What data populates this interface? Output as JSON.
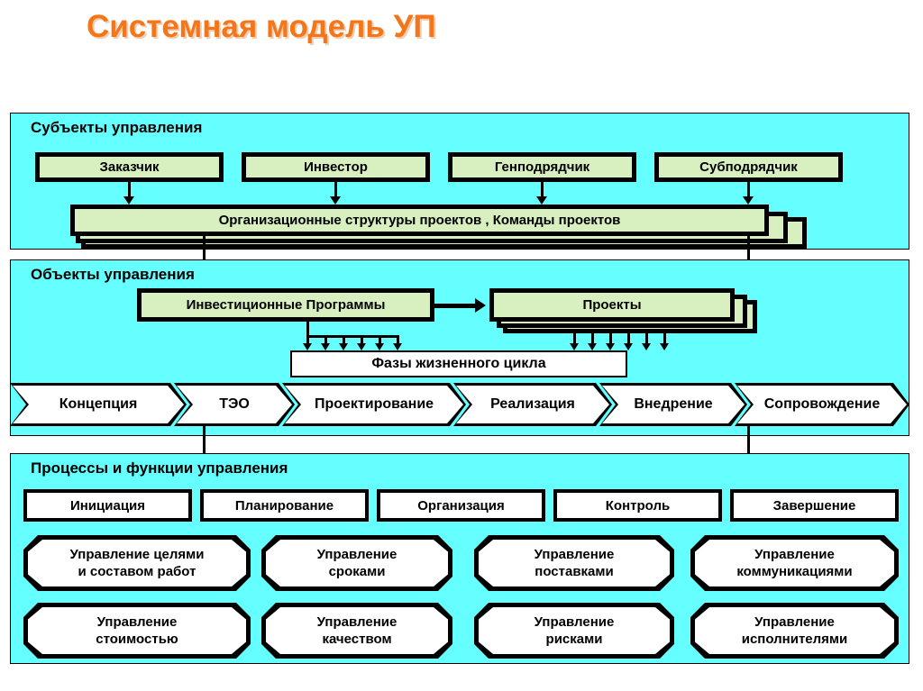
{
  "slide": {
    "title": "Системная модель УП",
    "title_color": "#F4761B",
    "panel_bg": "#66FFFF",
    "box_fill": "#D8F0C0",
    "white_fill": "#FFFFFF",
    "border_color": "#000000"
  },
  "subjects": {
    "panel_title": "Субъекты управления",
    "actors": [
      {
        "label": "Заказчик"
      },
      {
        "label": "Инвестор"
      },
      {
        "label": "Генподрядчик"
      },
      {
        "label": "Субподрядчик"
      }
    ],
    "structures_label": "Организационные структуры проектов , Команды проектов"
  },
  "objects": {
    "panel_title": "Объекты управления",
    "programs_label": "Инвестиционные Программы",
    "projects_label": "Проекты",
    "lifecycle_label": "Фазы жизненного цикла"
  },
  "phases": {
    "items": [
      {
        "label": "Концепция"
      },
      {
        "label": "ТЭО"
      },
      {
        "label": "Проектирование"
      },
      {
        "label": "Реализация"
      },
      {
        "label": "Внедрение"
      },
      {
        "label": "Сопровождение"
      }
    ]
  },
  "processes": {
    "panel_title": "Процессы и функции управления",
    "stages": [
      {
        "label": "Инициация"
      },
      {
        "label": "Планирование"
      },
      {
        "label": "Организация"
      },
      {
        "label": "Контроль"
      },
      {
        "label": "Завершение"
      }
    ],
    "functions_row1": [
      {
        "line1": "Управление целями",
        "line2": "и составом работ"
      },
      {
        "line1": "Управление",
        "line2": "сроками"
      },
      {
        "line1": "Управление",
        "line2": "поставками"
      },
      {
        "line1": "Управление",
        "line2": "коммуникациями"
      }
    ],
    "functions_row2": [
      {
        "line1": "Управление",
        "line2": "стоимостью"
      },
      {
        "line1": "Управление",
        "line2": "качеством"
      },
      {
        "line1": "Управление",
        "line2": "рисками"
      },
      {
        "line1": "Управление",
        "line2": "исполнителями"
      }
    ]
  }
}
